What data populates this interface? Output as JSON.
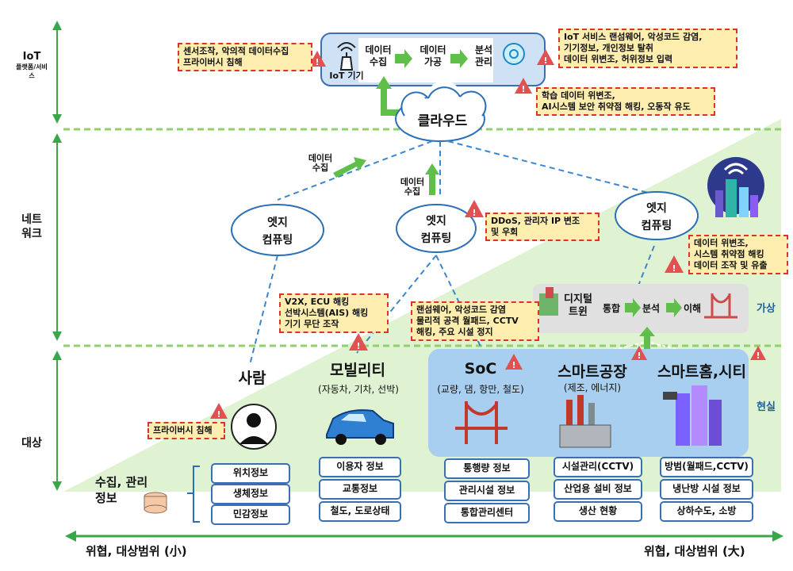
{
  "levels": {
    "iot": "IoT",
    "iot_sub": "플랫폼/서비스",
    "network": "네트\n워크",
    "target": "대상"
  },
  "axis": {
    "left": "위협, 대상범위 (小)",
    "right": "위협, 대상범위 (大)"
  },
  "platform": {
    "device": "IoT 기기",
    "collect": "데이터\n수집",
    "process": "데이터\n가공",
    "analyze": "분석\n관리"
  },
  "cloud": "클라우드",
  "edges": [
    "엣지\n컴퓨팅",
    "엣지\n컴퓨팅",
    "엣지\n컴퓨팅"
  ],
  "data_collect": [
    "데이터\n수집",
    "데이터\n수집"
  ],
  "warnings": {
    "platform_left": "센서조작, 악의적 데이터수집\n프라이버시 침해",
    "platform_right": "IoT 서비스 랜섬웨어, 악성코드 감염,\n기기정보, 개인정보 탈취\n데이터 위변조, 허위정보 입력",
    "ai": "학습 데이터 위변조,\nAI시스템 보안 취약점 해킹, 오동작 유도",
    "edge_mid": "DDoS, 관리자 IP 변조\n및 우회",
    "edge_right": "데이터 위변조,\n시스템 취약점 해킹\n데이터 조작 및 유출",
    "mobility": "V2X, ECU 해킹\n선박시스템(AIS) 해킹\n기기 무단 조작",
    "soc": "랜섬웨어, 악성코드 감염\n물리적 공격 월패드, CCTV\n해킹, 주요 시설 정지",
    "privacy": "프라이버시 침해"
  },
  "twin": {
    "title": "디지털\n트윈",
    "integrate": "통합",
    "analyze": "분석",
    "understand": "이해",
    "virtual": "가상",
    "real": "현실"
  },
  "targets": [
    {
      "name": "사람",
      "sub": "",
      "items": [
        "위치정보",
        "생체정보",
        "민감정보"
      ]
    },
    {
      "name": "모빌리티",
      "sub": "(자동차, 기차, 선박)",
      "items": [
        "이용자 정보",
        "교통정보",
        "철도, 도로상태"
      ]
    },
    {
      "name": "SoC",
      "sub": "(교량, 댐, 항만, 철도)",
      "items": [
        "통행량 정보",
        "관리시설 정보",
        "통합관리센터"
      ]
    },
    {
      "name": "스마트공장",
      "sub": "(제조, 에너지)",
      "items": [
        "시설관리(CCTV)",
        "산업용 설비 정보",
        "생산 현황"
      ]
    },
    {
      "name": "스마트홈,시티",
      "sub": "",
      "items": [
        "방범(월패드,CCTV)",
        "냉난방 시설 정보",
        "상하수도, 소방"
      ]
    }
  ],
  "collected": "수집, 관리\n정보",
  "colors": {
    "green": "#3aa64a",
    "triangle": "#dff3d3",
    "blue_panel": "#a9cff0",
    "warn_border": "#e03030",
    "warn_fill": "#fdeeb0",
    "box_border": "#3b6fb4"
  }
}
